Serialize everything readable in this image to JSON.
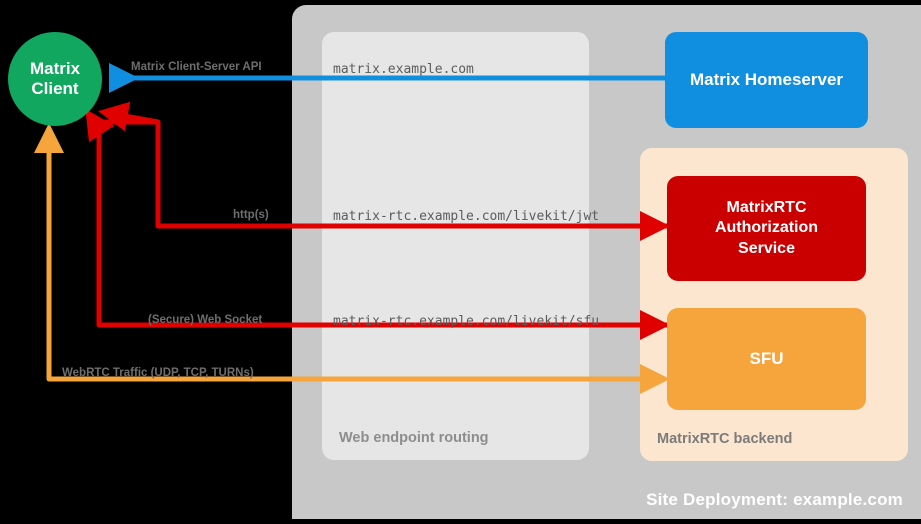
{
  "diagram": {
    "site_deployment_label": "Site Deployment: example.com",
    "routing_container_label": "Web endpoint routing",
    "backend_container_label": "MatrixRTC backend"
  },
  "nodes": {
    "client": {
      "line1": "Matrix",
      "line2": "Client",
      "color": "#11a75e"
    },
    "homeserver": {
      "label": "Matrix Homeserver",
      "color": "#108fe0"
    },
    "auth_service": {
      "line1": "MatrixRTC",
      "line2": "Authorization",
      "line3": "Service",
      "color": "#ca0000"
    },
    "sfu": {
      "label": "SFU",
      "color": "#f6a43c"
    }
  },
  "edges": [
    {
      "id": "cs-api",
      "protocol_label": "Matrix Client-Server API",
      "endpoint": "matrix.example.com",
      "color": "#108fe0"
    },
    {
      "id": "jwt",
      "protocol_label": "http(s)",
      "endpoint": "matrix-rtc.example.com/livekit/jwt",
      "color": "#e00000"
    },
    {
      "id": "sfu-ws",
      "protocol_label": "(Secure) Web Socket",
      "endpoint": "matrix-rtc.example.com/livekit/sfu",
      "color": "#e00000"
    },
    {
      "id": "webrtc",
      "protocol_label": "WebRTC Traffic (UDP, TCP, TURNs)",
      "endpoint": "",
      "color": "#f5a53c"
    }
  ]
}
